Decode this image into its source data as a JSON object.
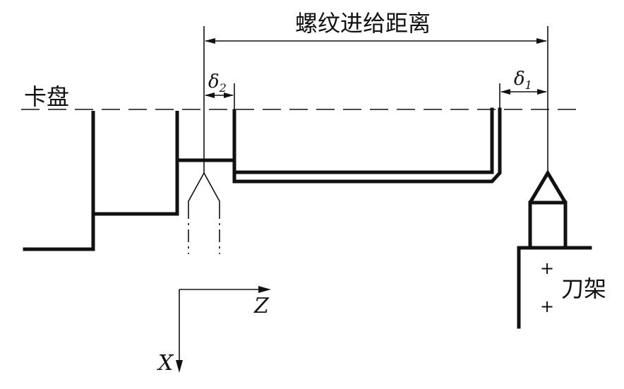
{
  "labels": {
    "feed_distance": "螺纹进给距离",
    "chuck": "卡盘",
    "tool_holder": "刀架",
    "delta": "δ",
    "delta1_sub": "1",
    "delta2_sub": "2",
    "axis_z": "Z",
    "axis_x": "X",
    "plus": "+"
  }
}
